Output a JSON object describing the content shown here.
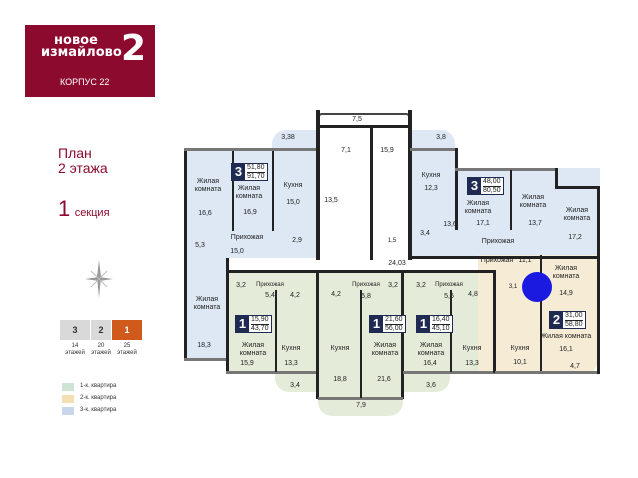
{
  "logo": {
    "line1": "новое",
    "line2": "измайлово",
    "number": "2",
    "korpus": "КОРПУС 22"
  },
  "heading": {
    "plan": "План",
    "floor": "2 этажа",
    "section_num": "1",
    "section_word": "секция"
  },
  "sections": [
    {
      "label": "3",
      "floors": "14",
      "word": "этажей"
    },
    {
      "label": "2",
      "floors": "20",
      "word": "этажей"
    },
    {
      "label": "1",
      "floors": "25",
      "word": "этажей"
    }
  ],
  "legend": [
    {
      "label": "1-к. квартира",
      "color": "#cfe5d3"
    },
    {
      "label": "2-к. квартира",
      "color": "#f5dfb5"
    },
    {
      "label": "3-к. квартира",
      "color": "#c9d6ee"
    }
  ],
  "colors": {
    "brand": "#8b0a2e",
    "badge": "#1f2a52",
    "marker": "#1a1ae0"
  },
  "apartments": {
    "a3_left": {
      "rooms": "3",
      "living": "51,80",
      "total": "91,70"
    },
    "a3_right": {
      "rooms": "3",
      "living": "48,00",
      "total": "80,50"
    },
    "a1_a": {
      "rooms": "1",
      "living": "15,90",
      "total": "43,70"
    },
    "a1_b": {
      "rooms": "1",
      "living": "21,60",
      "total": "56,00"
    },
    "a1_c": {
      "rooms": "1",
      "living": "16,40",
      "total": "45,10"
    },
    "a2": {
      "rooms": "2",
      "living": "31,00",
      "total": "58,80"
    }
  },
  "labels": {
    "living": "Жилая",
    "room": "комната",
    "living_room": "Жилая комната",
    "kitchen": "Кухня",
    "hall": "Прихожая"
  },
  "areas": {
    "l1": "16,6",
    "l2": "16,9",
    "l3": "15,0",
    "l4": "3,38",
    "l5": "15,0",
    "l6": "5,3",
    "l7": "2,9",
    "l8": "18,3",
    "c1": "7,5",
    "c2": "7,1",
    "c3": "15,9",
    "c4": "13,5",
    "c5": "1,5",
    "c6": "24,03",
    "r1": "3,8",
    "r2": "12,3",
    "r3": "13,6",
    "r4": "3,4",
    "r5": "17,1",
    "r6": "13,7",
    "r7": "17,2",
    "b1": "3,2",
    "b2": "5,4",
    "b3": "4,2",
    "b4": "4,2",
    "b5": "5,8",
    "b6": "3,2",
    "b7": "15,9",
    "b8": "13,3",
    "b9": "3,4",
    "b10": "18,8",
    "b11": "21,6",
    "b12": "7,9",
    "d1": "3,2",
    "d2": "5,6",
    "d3": "4,8",
    "d4": "16,4",
    "d5": "13,3",
    "d6": "3,6",
    "e1": "11,1",
    "e2": "14,9",
    "e3": "3,1",
    "e4": "10,1",
    "e5": "16,1",
    "e6": "4,7"
  }
}
